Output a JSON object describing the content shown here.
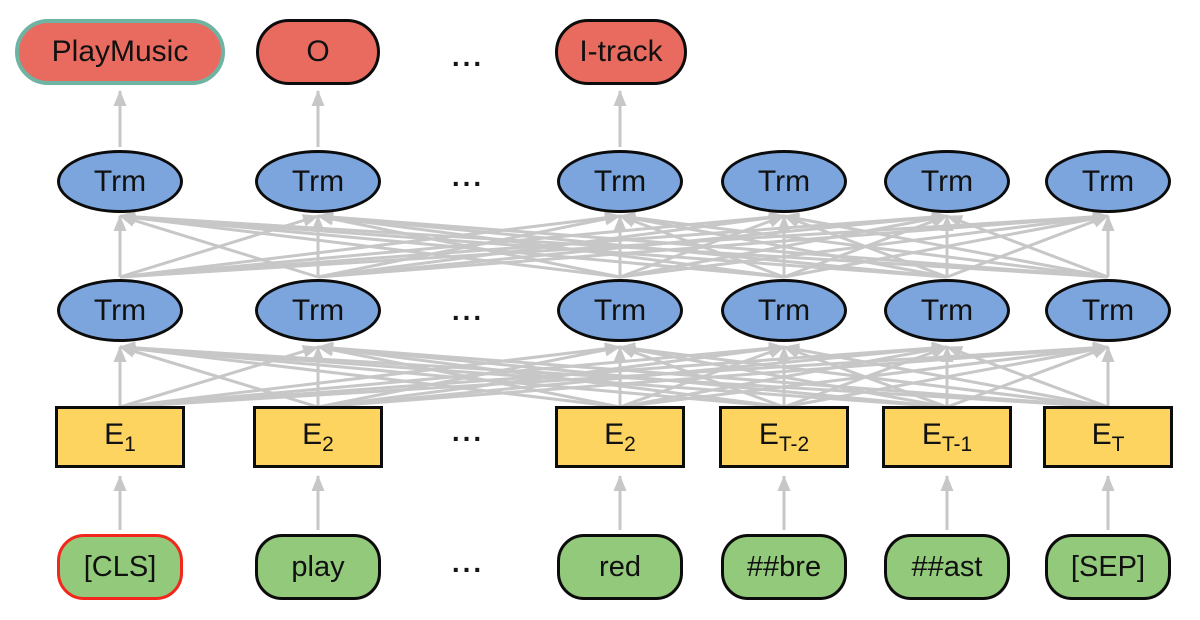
{
  "colors": {
    "output_fill": "#e96b60",
    "teal_border": "#6fb3a3",
    "black_border": "#0c0c0c",
    "trm_fill": "#7ca5dd",
    "embedding_fill": "#fcd45f",
    "token_fill": "#92c97a",
    "red_border": "#f2261d",
    "arrow_gray": "#c7c7c7"
  },
  "ellipsis": "...",
  "outputs": [
    {
      "label": "PlayMusic",
      "border": "teal"
    },
    {
      "label": "O",
      "border": "black"
    },
    {
      "label": "I-track",
      "border": "black"
    }
  ],
  "trm": {
    "label": "Trm"
  },
  "embeddings": [
    {
      "base": "E",
      "sub": "1"
    },
    {
      "base": "E",
      "sub": "2"
    },
    {
      "base": "E",
      "sub": "2"
    },
    {
      "base": "E",
      "sub": "T-2"
    },
    {
      "base": "E",
      "sub": "T-1"
    },
    {
      "base": "E",
      "sub": "T"
    }
  ],
  "tokens": [
    {
      "label": "[CLS]",
      "border": "red"
    },
    {
      "label": "play",
      "border": "black"
    },
    {
      "label": "red",
      "border": "black"
    },
    {
      "label": "##bre",
      "border": "black"
    },
    {
      "label": "##ast",
      "border": "black"
    },
    {
      "label": "[SEP]",
      "border": "black"
    }
  ]
}
